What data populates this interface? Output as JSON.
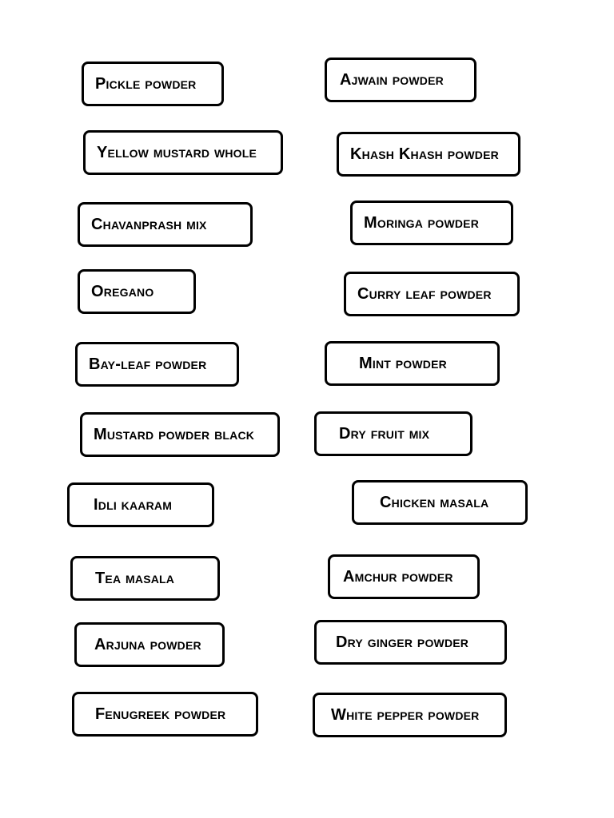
{
  "labels": {
    "left": [
      "Pickle powder",
      "Yellow mustard whole",
      "Chavanprash mix",
      "Oregano",
      "Bay-leaf powder",
      "Mustard powder black",
      "Idli kaaram",
      "Tea masala",
      "Arjuna powder",
      "Fenugreek powder"
    ],
    "right": [
      "Ajwain powder",
      "Khash Khash powder",
      "Moringa powder",
      "Curry leaf powder",
      "Mint powder",
      "Dry fruit mix",
      "Chicken masala",
      "Amchur powder",
      "Dry ginger powder",
      "White pepper powder"
    ]
  },
  "colors": {
    "border": "#000000",
    "text": "#000000",
    "background": "#ffffff"
  }
}
